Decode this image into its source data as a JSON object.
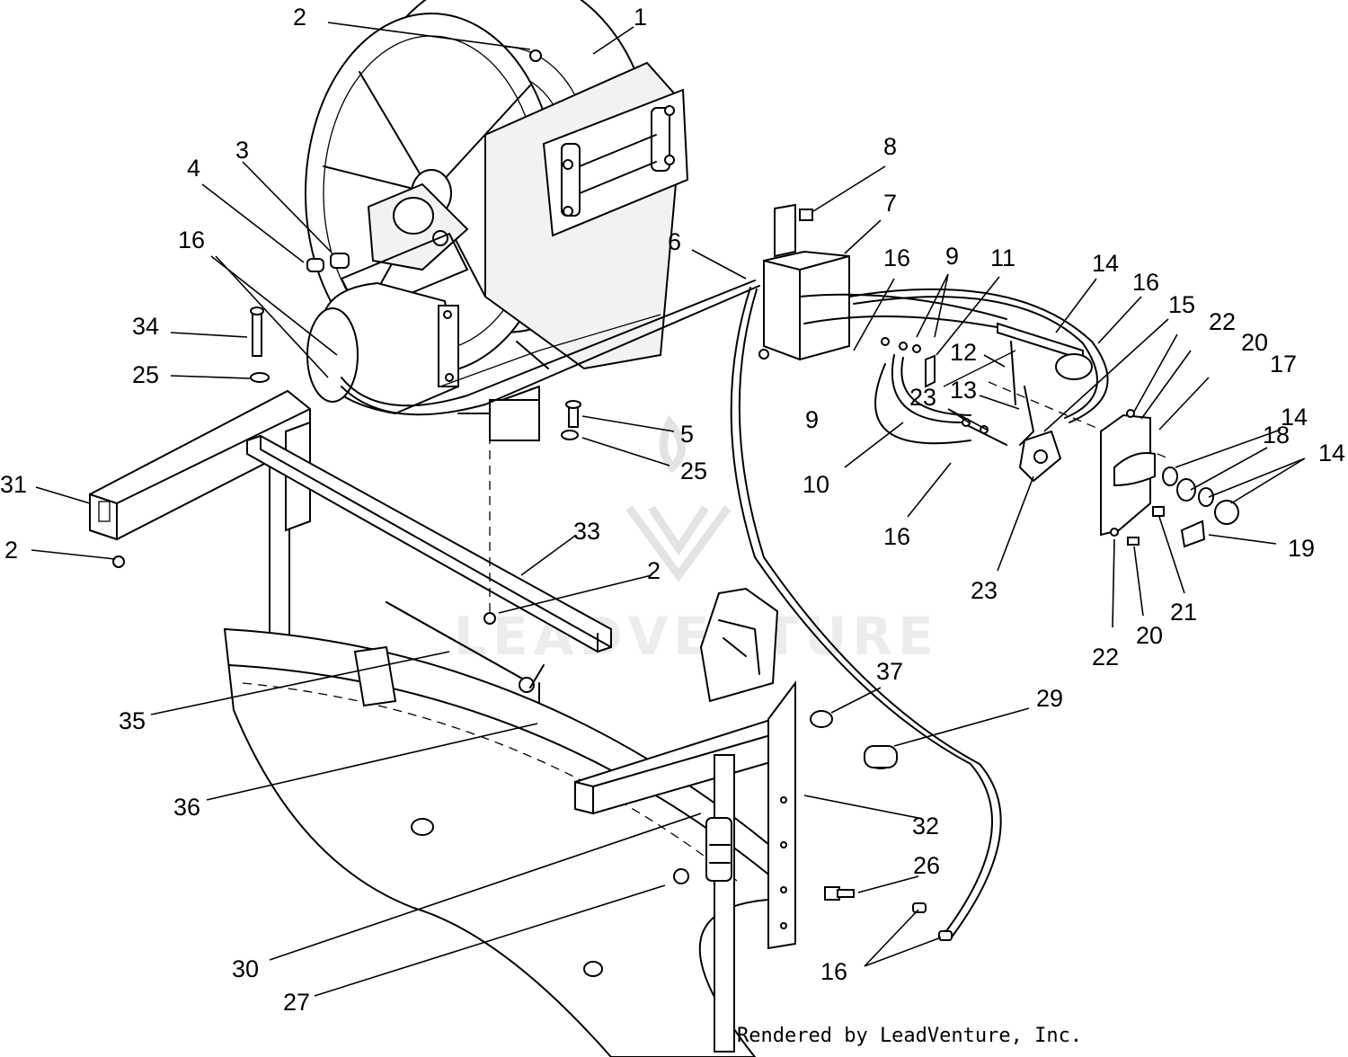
{
  "watermark": {
    "text": "LEADVENTURE"
  },
  "footer": {
    "credit": "Rendered by LeadVenture, Inc."
  },
  "callouts": {
    "c1": "1",
    "c2a": "2",
    "c2b": "2",
    "c2c": "2",
    "c3": "3",
    "c4": "4",
    "c5": "5",
    "c6": "6",
    "c7": "7",
    "c8": "8",
    "c9a": "9",
    "c9b": "9",
    "c10": "10",
    "c11": "11",
    "c12": "12",
    "c13": "13",
    "c14a": "14",
    "c14b": "14",
    "c14c": "14",
    "c15": "15",
    "c16a": "16",
    "c16b": "16",
    "c16c": "16",
    "c16d": "16",
    "c16e": "16",
    "c17": "17",
    "c18": "18",
    "c19": "19",
    "c20a": "20",
    "c20b": "20",
    "c21": "21",
    "c22a": "22",
    "c22b": "22",
    "c23a": "23",
    "c23b": "23",
    "c25a": "25",
    "c25b": "25",
    "c26": "26",
    "c27": "27",
    "c29": "29",
    "c30": "30",
    "c31": "31",
    "c32": "32",
    "c33": "33",
    "c34": "34",
    "c35": "35",
    "c36": "36",
    "c37": "37"
  }
}
